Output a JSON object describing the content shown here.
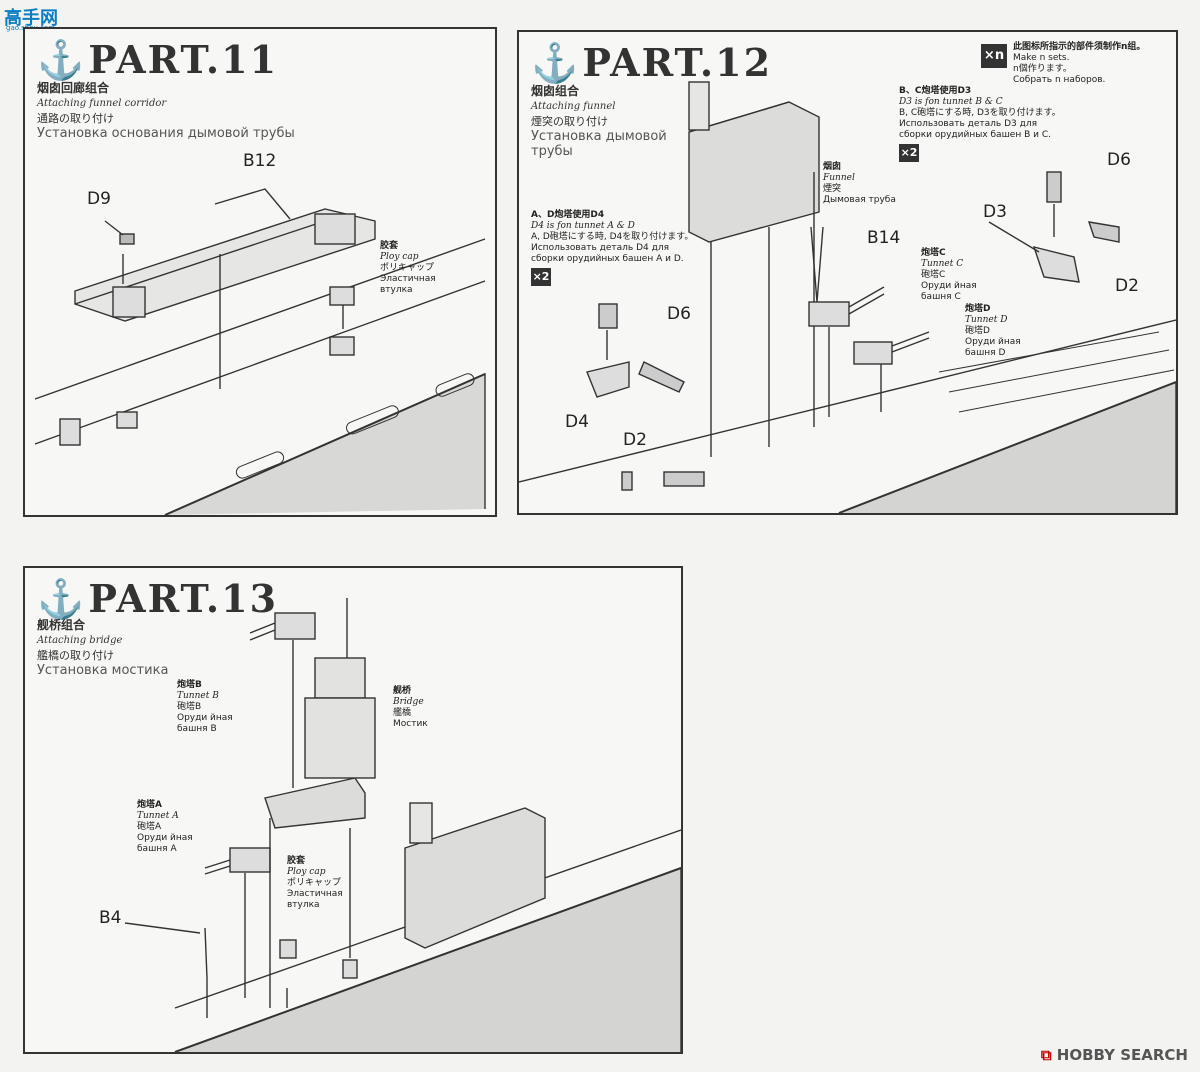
{
  "watermark": {
    "logo": "高手网",
    "url": "gao.shou.com"
  },
  "footer": {
    "brand": "HOBBY SEARCH"
  },
  "part11": {
    "title": "PART.11",
    "cn": "烟囱回廊组合",
    "en": "Attaching funnel corridor",
    "jp": "通路の取り付け",
    "ru": "Установка основания дымовой трубы",
    "labels": {
      "b12": "B12",
      "d9": "D9"
    },
    "cap": {
      "cn": "胶套",
      "en": "Ploy cap",
      "jp": "ポリキャップ",
      "ru1": "Эластичная",
      "ru2": "втулка"
    }
  },
  "part12": {
    "title": "PART.12",
    "cn": "烟囱组合",
    "en": "Attaching funnel",
    "jp": "煙突の取り付け",
    "ru1": "Установка дымовой",
    "ru2": "трубы",
    "sets_note": {
      "badge": "×n",
      "cn": "此图标所指示的部件须制作n组。",
      "en": "Make n sets.",
      "jp": "n個作ります。",
      "ru": "Собрать n наборов."
    },
    "bc_note": {
      "cn": "B、C炮塔使用D3",
      "en": "D3 is fon tunnet B & C",
      "jp": "B, C砲塔にする時, D3を取り付けます。",
      "ru1": "Использовать деталь D3 для",
      "ru2": "сборки орудийных башен B и C.",
      "badge": "×2"
    },
    "ad_note": {
      "cn": "A、D炮塔使用D4",
      "en": "D4 is fon tunnet A & D",
      "jp": "A, D砲塔にする時, D4を取り付けます。",
      "ru1": "Использовать деталь D4 для",
      "ru2": "сборки орудийных башен A и D.",
      "badge": "×2"
    },
    "funnel": {
      "cn": "烟囱",
      "en": "Funnel",
      "jp": "煙突",
      "ru": "Дымовая труба"
    },
    "turret_c": {
      "cn": "炮塔C",
      "en": "Tunnet C",
      "jp": "砲塔C",
      "ru1": "Оруди йная",
      "ru2": "башня C"
    },
    "turret_d": {
      "cn": "炮塔D",
      "en": "Tunnet D",
      "jp": "砲塔D",
      "ru1": "Оруди йная",
      "ru2": "башня D"
    },
    "labels": {
      "b14": "B14",
      "d6a": "D6",
      "d3": "D3",
      "d2a": "D2",
      "d6b": "D6",
      "d4": "D4",
      "d2b": "D2"
    }
  },
  "part13": {
    "title": "PART.13",
    "cn": "舰桥组合",
    "en": "Attaching bridge",
    "jp": "艦橋の取り付け",
    "ru": "Установка мостика",
    "turret_b": {
      "cn": "炮塔B",
      "en": "Tunnet B",
      "jp": "砲塔B",
      "ru1": "Оруди йная",
      "ru2": "башня B"
    },
    "bridge": {
      "cn": "舰桥",
      "en": "Bridge",
      "jp": "艦橋",
      "ru": "Мостик"
    },
    "turret_a": {
      "cn": "炮塔A",
      "en": "Tunnet A",
      "jp": "砲塔A",
      "ru1": "Оруди йная",
      "ru2": "башня A"
    },
    "cap": {
      "cn": "胶套",
      "en": "Ploy cap",
      "jp": "ポリキャップ",
      "ru1": "Эластичная",
      "ru2": "втулка"
    },
    "labels": {
      "b4": "B4"
    }
  }
}
